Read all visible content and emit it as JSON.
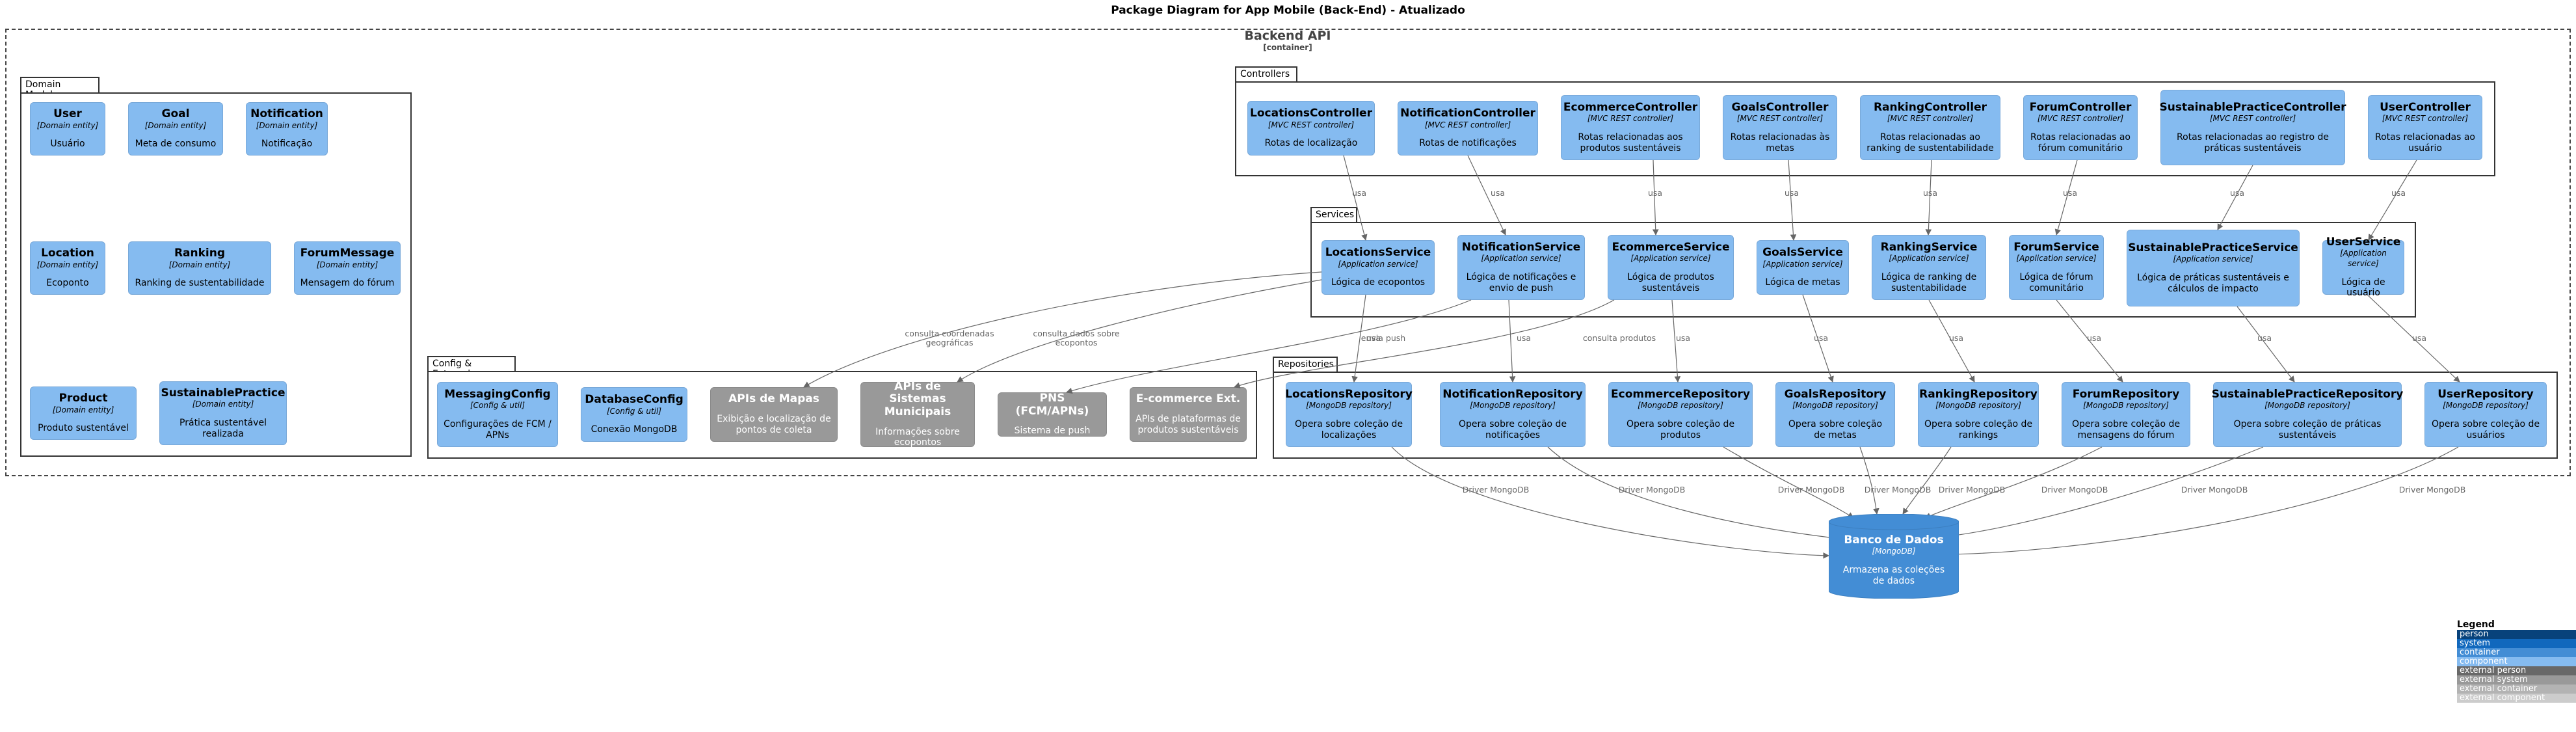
{
  "title": "Package Diagram for App Mobile (Back-End) - Atualizado",
  "boundary": {
    "name": "Backend API",
    "type": "[container]"
  },
  "packages": {
    "domain": "Domain Models",
    "controllers": "Controllers",
    "services": "Services",
    "config": "Config & External",
    "repositories": "Repositories"
  },
  "domain_models": [
    {
      "name": "User",
      "type": "[Domain entity]",
      "desc": "Usuário"
    },
    {
      "name": "Goal",
      "type": "[Domain entity]",
      "desc": "Meta de consumo"
    },
    {
      "name": "Notification",
      "type": "[Domain entity]",
      "desc": "Notificação"
    },
    {
      "name": "Location",
      "type": "[Domain entity]",
      "desc": "Ecoponto"
    },
    {
      "name": "Ranking",
      "type": "[Domain entity]",
      "desc": "Ranking de sustentabilidade"
    },
    {
      "name": "ForumMessage",
      "type": "[Domain entity]",
      "desc": "Mensagem do fórum"
    },
    {
      "name": "Product",
      "type": "[Domain entity]",
      "desc": "Produto sustentável"
    },
    {
      "name": "SustainablePractice",
      "type": "[Domain entity]",
      "desc": "Prática sustentável realizada"
    }
  ],
  "controllers": [
    {
      "name": "LocationsController",
      "type": "[MVC REST controller]",
      "desc": "Rotas de localização"
    },
    {
      "name": "NotificationController",
      "type": "[MVC REST controller]",
      "desc": "Rotas de notificações"
    },
    {
      "name": "EcommerceController",
      "type": "[MVC REST controller]",
      "desc": "Rotas relacionadas aos produtos sustentáveis"
    },
    {
      "name": "GoalsController",
      "type": "[MVC REST controller]",
      "desc": "Rotas relacionadas às metas"
    },
    {
      "name": "RankingController",
      "type": "[MVC REST controller]",
      "desc": "Rotas relacionadas ao ranking de sustentabilidade"
    },
    {
      "name": "ForumController",
      "type": "[MVC REST controller]",
      "desc": "Rotas relacionadas ao fórum comunitário"
    },
    {
      "name": "SustainablePracticeController",
      "type": "[MVC REST controller]",
      "desc": "Rotas relacionadas ao registro de práticas sustentáveis"
    },
    {
      "name": "UserController",
      "type": "[MVC REST controller]",
      "desc": "Rotas relacionadas ao usuário"
    }
  ],
  "services": [
    {
      "name": "LocationsService",
      "type": "[Application service]",
      "desc": "Lógica de ecopontos"
    },
    {
      "name": "NotificationService",
      "type": "[Application service]",
      "desc": "Lógica de notificações e envio de push"
    },
    {
      "name": "EcommerceService",
      "type": "[Application service]",
      "desc": "Lógica de produtos sustentáveis"
    },
    {
      "name": "GoalsService",
      "type": "[Application service]",
      "desc": "Lógica de metas"
    },
    {
      "name": "RankingService",
      "type": "[Application service]",
      "desc": "Lógica de ranking de sustentabilidade"
    },
    {
      "name": "ForumService",
      "type": "[Application service]",
      "desc": "Lógica de fórum comunitário"
    },
    {
      "name": "SustainablePracticeService",
      "type": "[Application service]",
      "desc": "Lógica de práticas sustentáveis e cálculos de impacto"
    },
    {
      "name": "UserService",
      "type": "[Application service]",
      "desc": "Lógica de usuário"
    }
  ],
  "config_external": [
    {
      "name": "MessagingConfig",
      "type": "[Config & util]",
      "desc": "Configurações de FCM / APNs"
    },
    {
      "name": "DatabaseConfig",
      "type": "[Config & util]",
      "desc": "Conexão MongoDB"
    },
    {
      "name": "APIs de Mapas",
      "type": "",
      "desc": "Exibição e localização de pontos de coleta"
    },
    {
      "name": "APIs de Sistemas Municipais",
      "type": "",
      "desc": "Informações sobre ecopontos"
    },
    {
      "name": "PNS (FCM/APNs)",
      "type": "",
      "desc": "Sistema de push"
    },
    {
      "name": "E-commerce Ext.",
      "type": "",
      "desc": "APIs de plataformas de produtos sustentáveis"
    }
  ],
  "repositories": [
    {
      "name": "LocationsRepository",
      "type": "[MongoDB repository]",
      "desc": "Opera sobre coleção de localizações"
    },
    {
      "name": "NotificationRepository",
      "type": "[MongoDB repository]",
      "desc": "Opera sobre coleção de notificações"
    },
    {
      "name": "EcommerceRepository",
      "type": "[MongoDB repository]",
      "desc": "Opera sobre coleção de produtos"
    },
    {
      "name": "GoalsRepository",
      "type": "[MongoDB repository]",
      "desc": "Opera sobre coleção de metas"
    },
    {
      "name": "RankingRepository",
      "type": "[MongoDB repository]",
      "desc": "Opera sobre coleção de rankings"
    },
    {
      "name": "ForumRepository",
      "type": "[MongoDB repository]",
      "desc": "Opera sobre coleção de mensagens do fórum"
    },
    {
      "name": "SustainablePracticeRepository",
      "type": "[MongoDB repository]",
      "desc": "Opera sobre coleção de práticas sustentáveis"
    },
    {
      "name": "UserRepository",
      "type": "[MongoDB repository]",
      "desc": "Opera sobre coleção de usuários"
    }
  ],
  "database": {
    "name": "Banco de Dados",
    "type": "[MongoDB]",
    "desc": "Armazena as coleções de dados"
  },
  "relations": {
    "uses": "usa",
    "driver": "Driver MongoDB",
    "maps": "consulta coordenadas geográficas",
    "municipal": "consulta dados sobre ecopontos",
    "push": "envia push",
    "products": "consulta produtos"
  },
  "legend": {
    "title": "Legend",
    "items": [
      {
        "label": "person",
        "color": "#08427b",
        "text_color": "#ffffff"
      },
      {
        "label": "system",
        "color": "#1168bd",
        "text_color": "#ffffff"
      },
      {
        "label": "container",
        "color": "#438dd5",
        "text_color": "#ffffff"
      },
      {
        "label": "component",
        "color": "#85bbf0",
        "text_color": "#ffffff"
      },
      {
        "label": "external person",
        "color": "#686868",
        "text_color": "#ffffff"
      },
      {
        "label": "external system",
        "color": "#999999",
        "text_color": "#ffffff"
      },
      {
        "label": "external container",
        "color": "#b3b3b3",
        "text_color": "#ffffff"
      },
      {
        "label": "external component",
        "color": "#cccccc",
        "text_color": "#ffffff"
      }
    ]
  },
  "colors": {
    "component": "#85bbf0",
    "external": "#999999",
    "database": "#438dd5"
  }
}
